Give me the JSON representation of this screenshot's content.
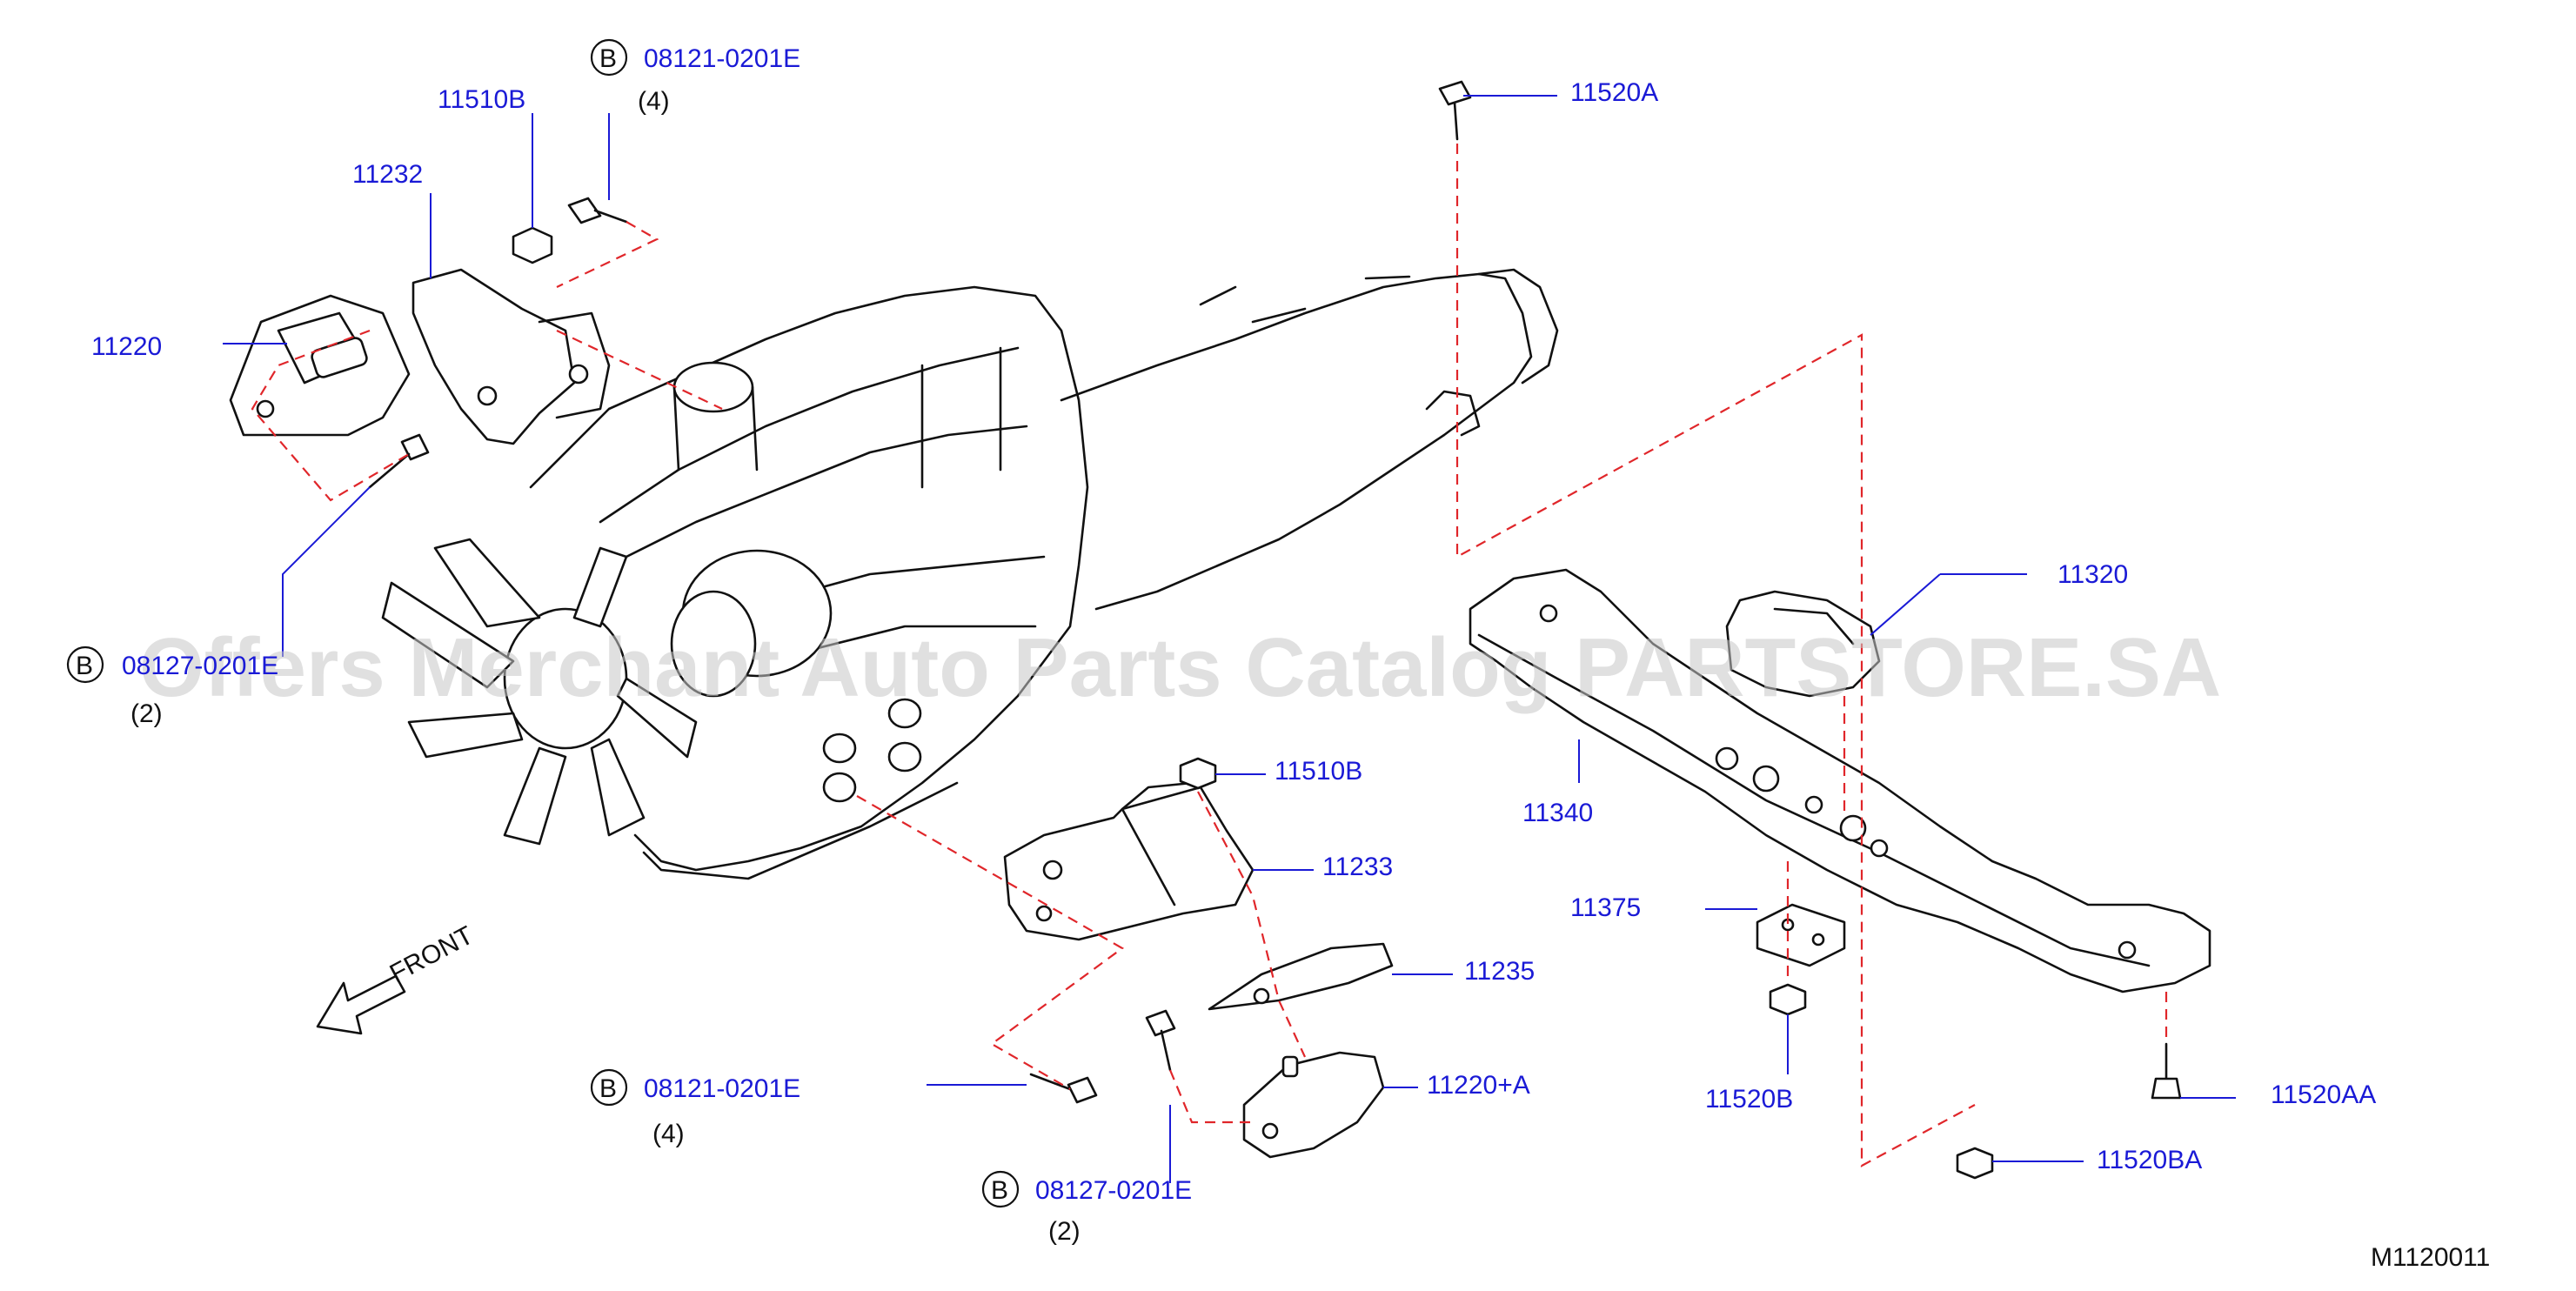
{
  "watermark": "Offers Merchant Auto Parts Catalog PARTSTORE.SA",
  "diagram_code": "M1120011",
  "front_label": "FRONT",
  "bolt_symbol": "B",
  "labels": {
    "p11510B_top": "11510B",
    "p11232": "11232",
    "p11220": "11220",
    "b08121_top": "08121-0201E",
    "qty4_top": "(4)",
    "b08127_left": "08127-0201E",
    "qty2_left": "(2)",
    "p11520A": "11520A",
    "p11320": "11320",
    "p11340": "11340",
    "p11510B_bottom": "11510B",
    "p11233": "11233",
    "p11235": "11235",
    "p11220A": "11220+A",
    "b08121_bottom": "08121-0201E",
    "qty4_bottom": "(4)",
    "b08127_bottom": "08127-0201E",
    "qty2_bottom": "(2)",
    "p11375": "11375",
    "p11520B": "11520B",
    "p11520AA": "11520AA",
    "p11520BA": "11520BA"
  },
  "colors": {
    "label": "#1a1ad6",
    "dashed_guide": "#e0262a",
    "linework": "#111111"
  }
}
